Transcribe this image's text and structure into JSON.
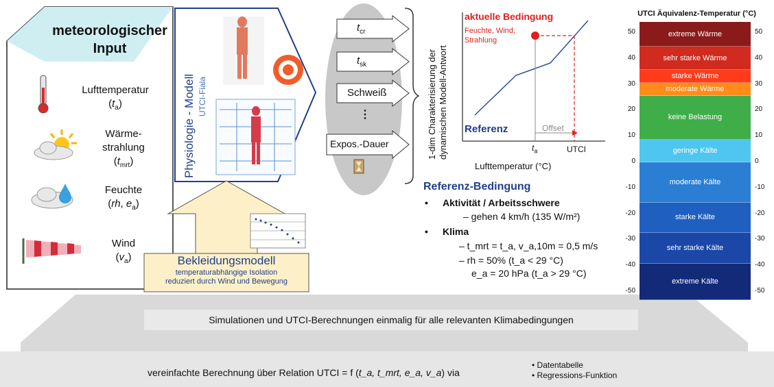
{
  "input": {
    "title_line1": "meteorologischer",
    "title_line2": "Input",
    "items": [
      {
        "icon": "thermometer-icon",
        "label": "Lufttemperatur",
        "sym": "t",
        "sub": "a",
        "pre": "(",
        "post": ")"
      },
      {
        "icon": "sun-cloud-icon",
        "label_line1": "Wärme-",
        "label_line2": "strahlung",
        "sym": "t",
        "sub": "mrt"
      },
      {
        "icon": "rain-cloud-icon",
        "label": "Feuchte",
        "sym_pre": "(",
        "sym_rh": "rh",
        "sym_mid": ", ",
        "sym_e": "e",
        "sub": "a",
        "sym_post": ")"
      },
      {
        "icon": "windsock-icon",
        "label": "Wind",
        "sym": "v",
        "sub": "a"
      }
    ]
  },
  "physiology": {
    "label": "Physiologie - Modell",
    "sublabel": "UTCI-Fiala"
  },
  "outputs": {
    "items": [
      {
        "sym": "t",
        "sub": "cr"
      },
      {
        "sym": "t",
        "sub": "sk"
      },
      {
        "text": "Schweiß"
      },
      {
        "text": "⋮"
      },
      {
        "text": "Expos.-Dauer"
      }
    ]
  },
  "clothing": {
    "title": "Bekleidungsmodell",
    "line1": "temperaturabhängige Isolation",
    "line2": "reduziert durch Wind und Bewegung"
  },
  "chart": {
    "ylabel_line1": "1-dim Charakterisierung der",
    "ylabel_line2": "dynamischen Modell-Antwort",
    "current_title": "aktuelle Bedingung",
    "current_sub1": "Feuchte, Wind,",
    "current_sub2": "Strahlung",
    "reference_label": "Referenz",
    "offset_label": "Offset",
    "tick_ta": "t",
    "tick_ta_sub": "a",
    "tick_utci": "UTCI",
    "xlabel": "Lufttemperatur (°C)"
  },
  "reference": {
    "title": "Referenz-Bedingung",
    "activity_heading": "Aktivität / Arbeitsschwere",
    "activity_value": "– gehen 4 km/h  (135 W/m²)",
    "climate_heading": "Klima",
    "climate_line1": "– t_mrt = t_a,  v_a,10m = 0,5 m/s",
    "climate_line2": "– rh = 50%  (t_a < 29 °C)",
    "climate_line3": "e_a = 20 hPa  (t_a > 29 °C)"
  },
  "utci_scale": {
    "title": "UTCI Äquivalenz-Temperatur (°C)",
    "ticks": [
      "50",
      "40",
      "30",
      "20",
      "10",
      "0",
      "-10",
      "-20",
      "-30",
      "-40",
      "-50"
    ],
    "categories": [
      {
        "label": "extreme Wärme",
        "color": "#8b1a1a"
      },
      {
        "label": "sehr starke Wärme",
        "color": "#d12a1e"
      },
      {
        "label": "starke Wärme",
        "color": "#ff3b1a"
      },
      {
        "label": "moderate Wärme",
        "color": "#ff8c1a"
      },
      {
        "label": "keine Belastung",
        "color": "#3fae49"
      },
      {
        "label": "geringe Kälte",
        "color": "#4ec6f0"
      },
      {
        "label": "moderate Kälte",
        "color": "#2a7fd4"
      },
      {
        "label": "starke Kälte",
        "color": "#1f5fc0"
      },
      {
        "label": "sehr starke Kälte",
        "color": "#1a47a8"
      },
      {
        "label": "extreme Kälte",
        "color": "#132a78"
      }
    ]
  },
  "bottom": {
    "simulation_text": "Simulationen und UTCI-Berechnungen einmalig für alle relevanten Klimabedingungen",
    "relation_prefix": "vereinfachte Berechnung über Relation UTCI = f (",
    "relation_args": "t_a, t_mrt, e_a, v_a",
    "relation_suffix": ") via",
    "options": [
      "• Datentabelle",
      "• Regressions-Funktion"
    ]
  }
}
